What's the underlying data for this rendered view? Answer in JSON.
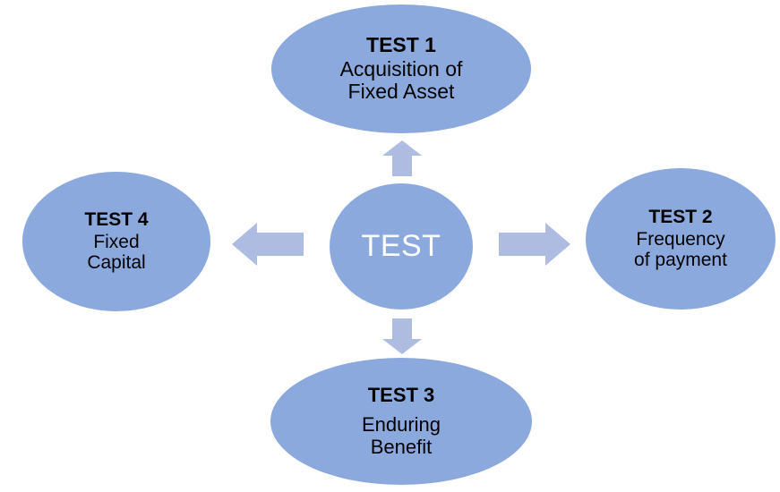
{
  "diagram": {
    "hub": {
      "label": "TEST",
      "shape": "circle",
      "fill": "#8CA9DE",
      "text_color": "#FFFFFF"
    },
    "node_fill": "#8CA9DE",
    "node_text_color": "#000000",
    "arrow_fill": "#AFBCE2",
    "background": "#FFFFFF",
    "nodes": [
      {
        "id": "test1",
        "position": "top",
        "title": "TEST 1",
        "desc_line1": "Acquisition of",
        "desc_line2": "Fixed Asset"
      },
      {
        "id": "test2",
        "position": "right",
        "title": "TEST 2",
        "desc_line1": "Frequency",
        "desc_line2": "of payment"
      },
      {
        "id": "test3",
        "position": "bottom",
        "title": "TEST 3",
        "desc_line1": "Enduring",
        "desc_line2": "Benefit"
      },
      {
        "id": "test4",
        "position": "left",
        "title": "TEST 4",
        "desc_line1": "Fixed",
        "desc_line2": "Capital"
      }
    ],
    "arrows": [
      {
        "id": "up",
        "direction": "up",
        "from": "hub",
        "to": "test1"
      },
      {
        "id": "right",
        "direction": "right",
        "from": "hub",
        "to": "test2"
      },
      {
        "id": "down",
        "direction": "down",
        "from": "hub",
        "to": "test3"
      },
      {
        "id": "left",
        "direction": "left",
        "from": "hub",
        "to": "test4"
      }
    ]
  }
}
